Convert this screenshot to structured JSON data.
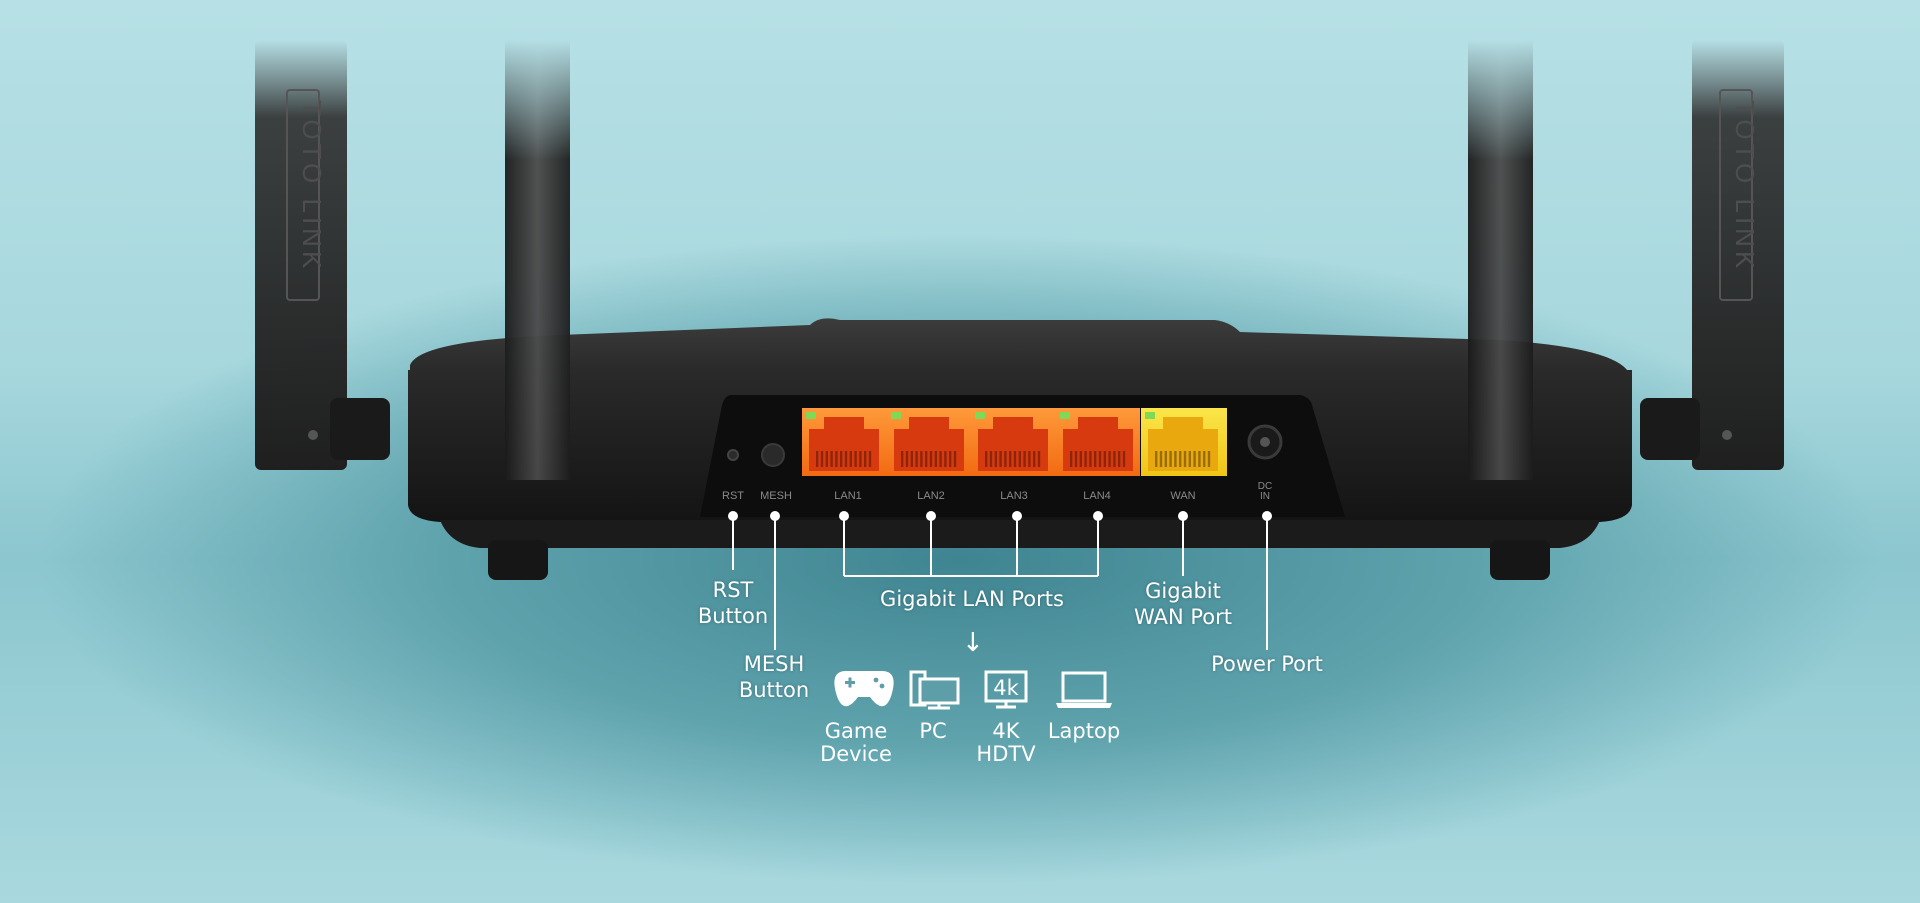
{
  "brand": {
    "antenna_text": "TOTO LINK"
  },
  "ports": {
    "rst": "RST",
    "mesh": "MESH",
    "lan1": "LAN1",
    "lan2": "LAN2",
    "lan3": "LAN3",
    "lan4": "LAN4",
    "wan": "WAN",
    "dc_top": "DC",
    "dc_bottom": "IN"
  },
  "callouts": {
    "rst_line1": "RST",
    "rst_line2": "Button",
    "mesh_line1": "MESH",
    "mesh_line2": "Button",
    "lan": "Gigabit LAN Ports",
    "wan_line1": "Gigabit",
    "wan_line2": "WAN Port",
    "power": "Power Port",
    "arrow": "↓"
  },
  "devices": [
    {
      "icon": "gamepad-icon",
      "line1": "Game",
      "line2": "Device"
    },
    {
      "icon": "pc-icon",
      "line1": "PC",
      "line2": ""
    },
    {
      "icon": "tv-4k-icon",
      "line1": "4K",
      "line2": "HDTV",
      "icon_text": "4k"
    },
    {
      "icon": "laptop-icon",
      "line1": "Laptop",
      "line2": ""
    }
  ],
  "colors": {
    "lan_port": "#ff8a24",
    "wan_port": "#f2d21e",
    "body": "#202020"
  }
}
